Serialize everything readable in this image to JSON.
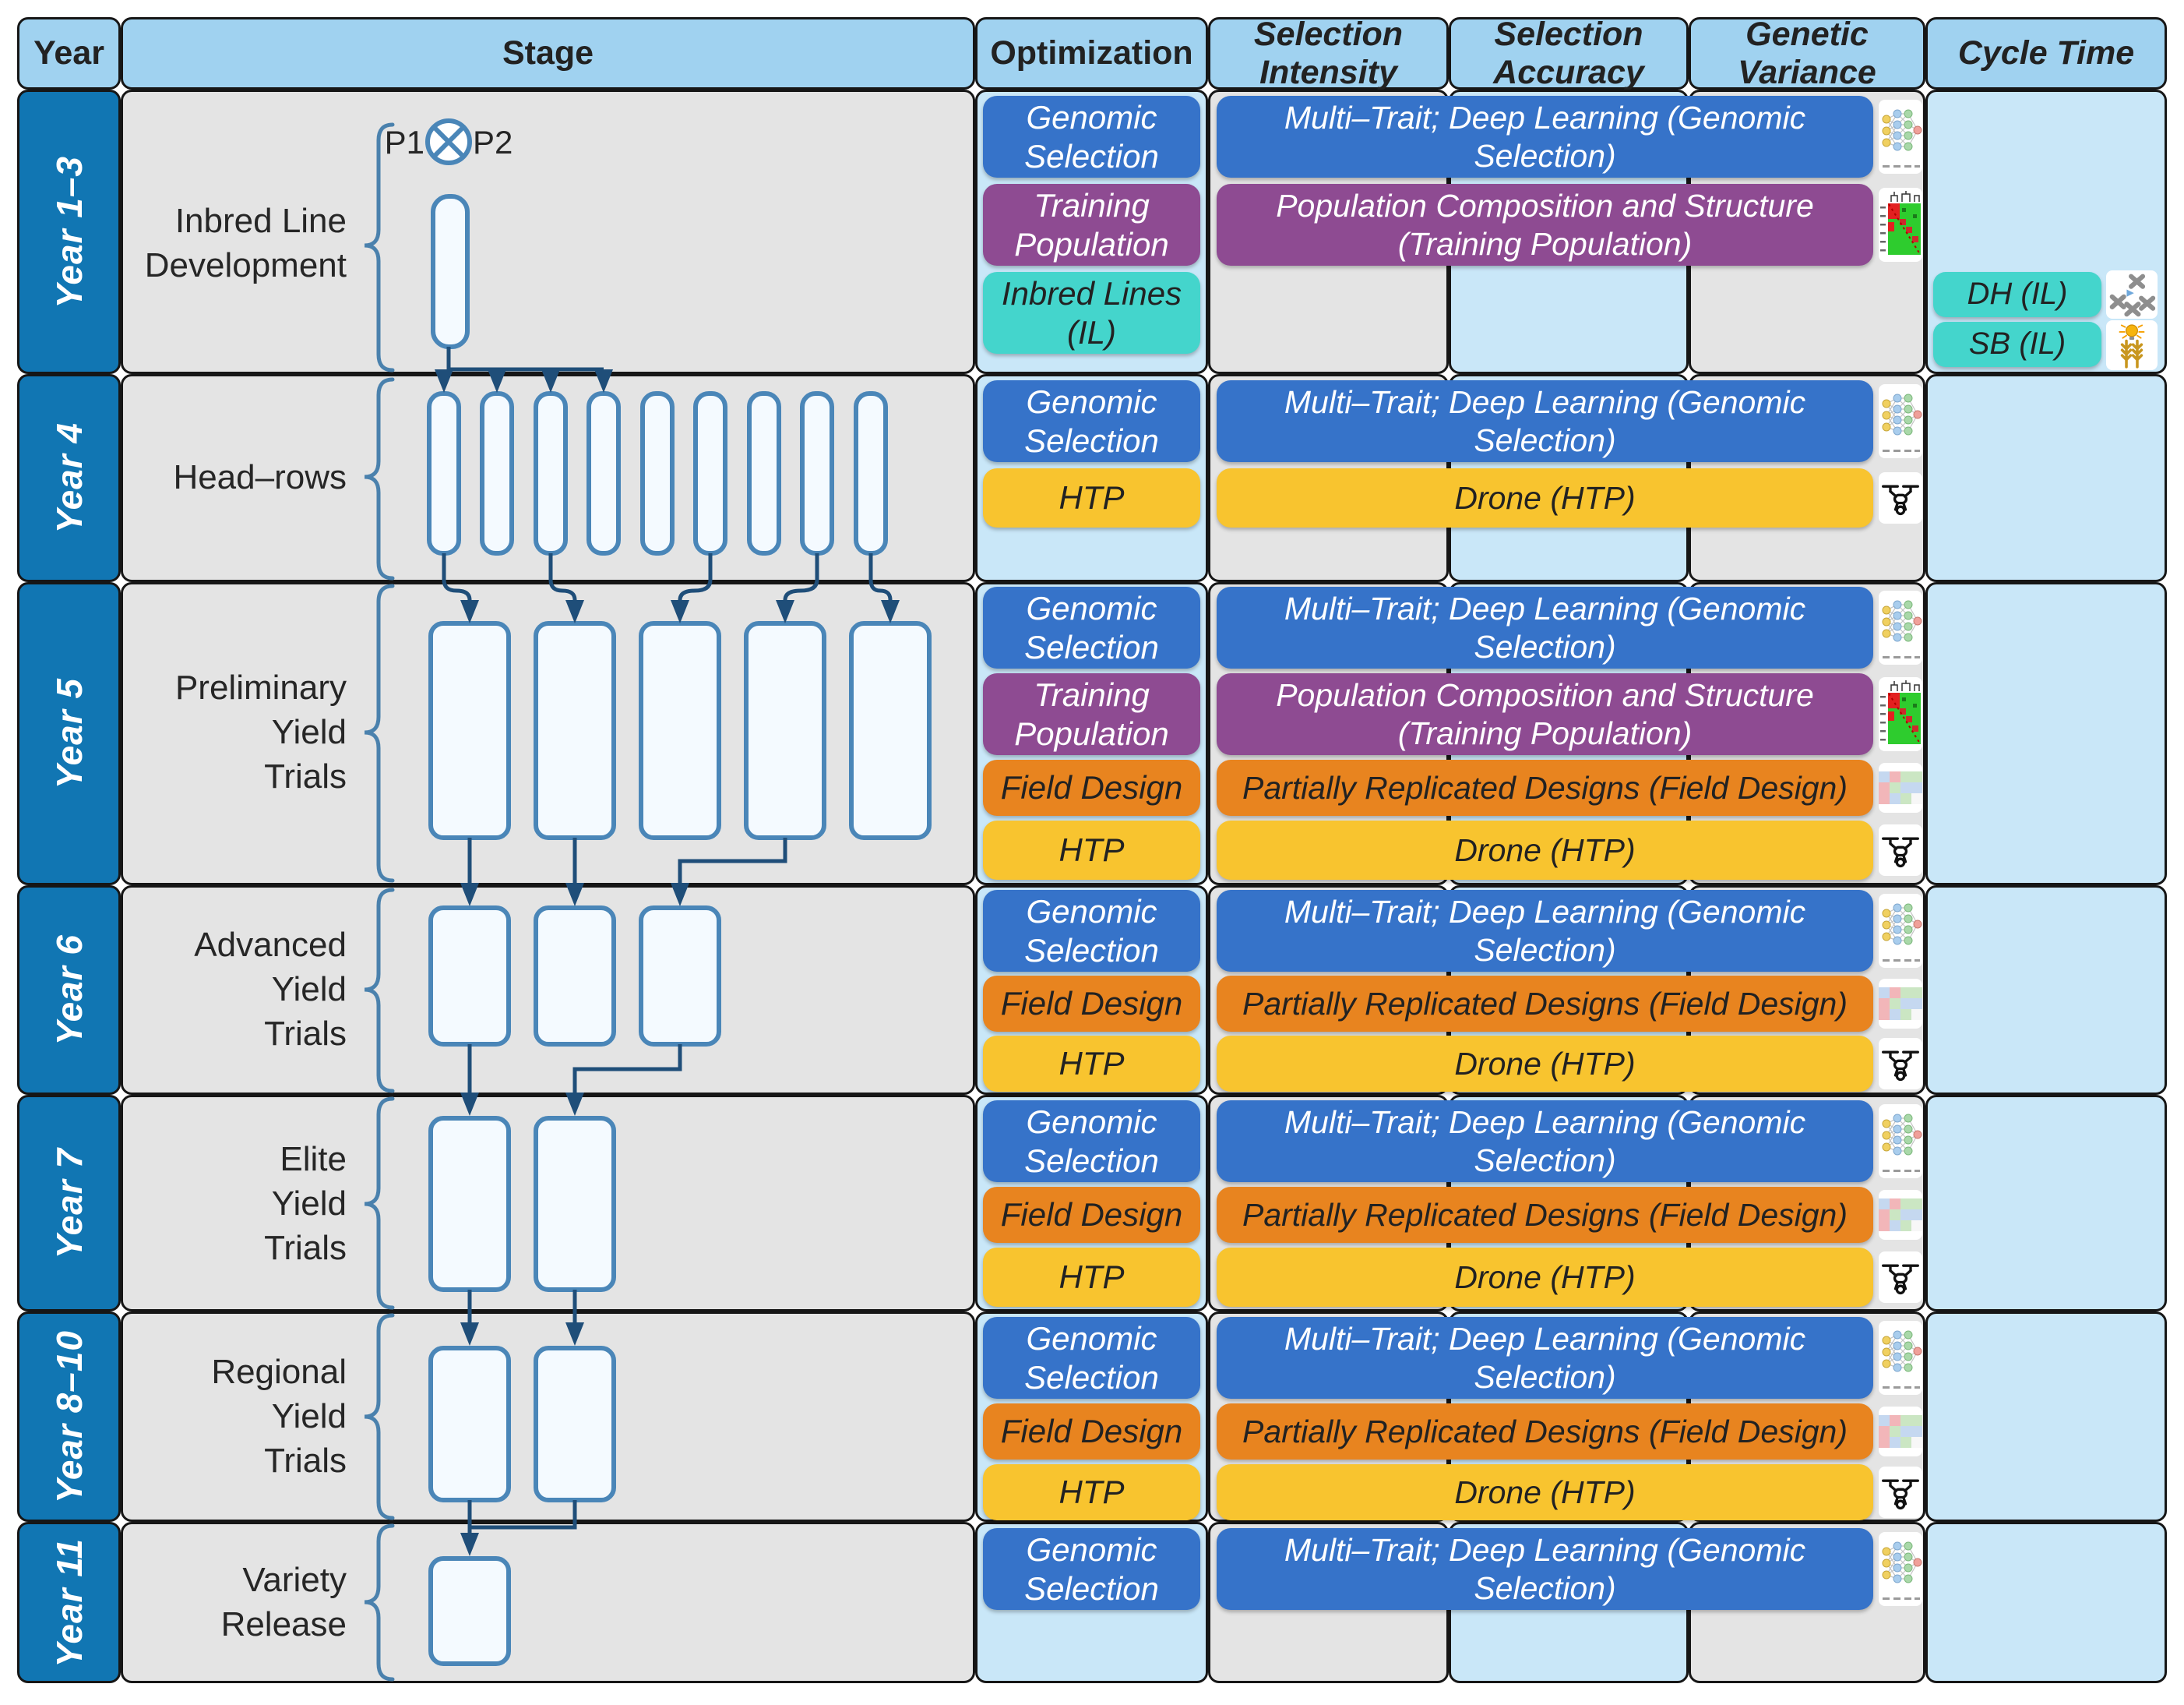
{
  "palette": {
    "blue": "#3673c9",
    "purple": "#8e4b92",
    "teal": "#44d5cc",
    "orange": "#e8841f",
    "yellow": "#f8c42f",
    "year_blue": "#1176b3",
    "header_blue": "#a0d2f0",
    "column_light_blue": "#c9e7f8",
    "column_gray": "#e4e4e4",
    "bar_fill": "#f4faff",
    "bar_stroke": "#4a86b8",
    "connector": "#1f4e79"
  },
  "header": {
    "columns": [
      "Year",
      "Stage",
      "Optimization",
      "Selection\nIntensity",
      "Selection\nAccuracy",
      "Genetic\nVariance",
      "Cycle Time"
    ]
  },
  "stage_diagram": {
    "cross_left": "P1",
    "cross_right": "P2",
    "bars_per_row": [
      1,
      9,
      5,
      3,
      2,
      2,
      1
    ]
  },
  "rows": [
    {
      "year": "Year 1–3",
      "stage": "Inbred Line\nDevelopment",
      "optimization": [
        {
          "label": "Genomic\nSelection",
          "color": "#3673c9"
        },
        {
          "label": "Training\nPopulation",
          "color": "#8e4b92"
        },
        {
          "label": "Inbred Lines\n(IL)",
          "color": "#44d5cc"
        }
      ],
      "methods": [
        {
          "label": "Multi–Trait; Deep Learning (Genomic\nSelection)",
          "color": "#3673c9",
          "icon": "neural-network"
        },
        {
          "label": "Population Composition and Structure\n(Training Population)",
          "color": "#8e4b92",
          "icon": "genotype-heatmap"
        }
      ],
      "cycle_time": [
        {
          "label": "DH (IL)",
          "icon": "chromosome"
        },
        {
          "label": "SB (IL)",
          "icon": "speed-breeding"
        }
      ]
    },
    {
      "year": "Year 4",
      "stage": "Head–rows",
      "optimization": [
        {
          "label": "Genomic\nSelection",
          "color": "#3673c9"
        },
        {
          "label": "HTP",
          "color": "#f8c42f"
        }
      ],
      "methods": [
        {
          "label": "Multi–Trait; Deep Learning (Genomic\nSelection)",
          "color": "#3673c9",
          "icon": "neural-network"
        },
        {
          "label": "Drone (HTP)",
          "color": "#f8c42f",
          "icon": "drone"
        }
      ],
      "cycle_time": []
    },
    {
      "year": "Year 5",
      "stage": "Preliminary\nYield\nTrials",
      "optimization": [
        {
          "label": "Genomic\nSelection",
          "color": "#3673c9"
        },
        {
          "label": "Training\nPopulation",
          "color": "#8e4b92"
        },
        {
          "label": "Field Design",
          "color": "#e8841f"
        },
        {
          "label": "HTP",
          "color": "#f8c42f"
        }
      ],
      "methods": [
        {
          "label": "Multi–Trait; Deep Learning (Genomic\nSelection)",
          "color": "#3673c9",
          "icon": "neural-network"
        },
        {
          "label": "Population Composition and Structure\n(Training Population)",
          "color": "#8e4b92",
          "icon": "genotype-heatmap"
        },
        {
          "label": "Partially Replicated Designs (Field Design)",
          "color": "#e8841f",
          "icon": "field-design"
        },
        {
          "label": "Drone (HTP)",
          "color": "#f8c42f",
          "icon": "drone"
        }
      ],
      "cycle_time": []
    },
    {
      "year": "Year 6",
      "stage": "Advanced\nYield\nTrials",
      "optimization": [
        {
          "label": "Genomic\nSelection",
          "color": "#3673c9"
        },
        {
          "label": "Field Design",
          "color": "#e8841f"
        },
        {
          "label": "HTP",
          "color": "#f8c42f"
        }
      ],
      "methods": [
        {
          "label": "Multi–Trait; Deep Learning (Genomic\nSelection)",
          "color": "#3673c9",
          "icon": "neural-network"
        },
        {
          "label": "Partially Replicated Designs (Field Design)",
          "color": "#e8841f",
          "icon": "field-design"
        },
        {
          "label": "Drone (HTP)",
          "color": "#f8c42f",
          "icon": "drone"
        }
      ],
      "cycle_time": []
    },
    {
      "year": "Year 7",
      "stage": "Elite\nYield\nTrials",
      "optimization": [
        {
          "label": "Genomic\nSelection",
          "color": "#3673c9"
        },
        {
          "label": "Field Design",
          "color": "#e8841f"
        },
        {
          "label": "HTP",
          "color": "#f8c42f"
        }
      ],
      "methods": [
        {
          "label": "Multi–Trait; Deep Learning (Genomic\nSelection)",
          "color": "#3673c9",
          "icon": "neural-network"
        },
        {
          "label": "Partially Replicated Designs (Field Design)",
          "color": "#e8841f",
          "icon": "field-design"
        },
        {
          "label": "Drone (HTP)",
          "color": "#f8c42f",
          "icon": "drone"
        }
      ],
      "cycle_time": []
    },
    {
      "year": "Year 8–10",
      "stage": "Regional\nYield\nTrials",
      "optimization": [
        {
          "label": "Genomic\nSelection",
          "color": "#3673c9"
        },
        {
          "label": "Field Design",
          "color": "#e8841f"
        },
        {
          "label": "HTP",
          "color": "#f8c42f"
        }
      ],
      "methods": [
        {
          "label": "Multi–Trait; Deep Learning (Genomic\nSelection)",
          "color": "#3673c9",
          "icon": "neural-network"
        },
        {
          "label": "Partially Replicated Designs (Field Design)",
          "color": "#e8841f",
          "icon": "field-design"
        },
        {
          "label": "Drone (HTP)",
          "color": "#f8c42f",
          "icon": "drone"
        }
      ],
      "cycle_time": []
    },
    {
      "year": "Year 11",
      "stage": "Variety\nRelease",
      "optimization": [
        {
          "label": "Genomic\nSelection",
          "color": "#3673c9"
        }
      ],
      "methods": [
        {
          "label": "Multi–Trait; Deep Learning (Genomic\nSelection)",
          "color": "#3673c9",
          "icon": "neural-network"
        }
      ],
      "cycle_time": []
    }
  ]
}
